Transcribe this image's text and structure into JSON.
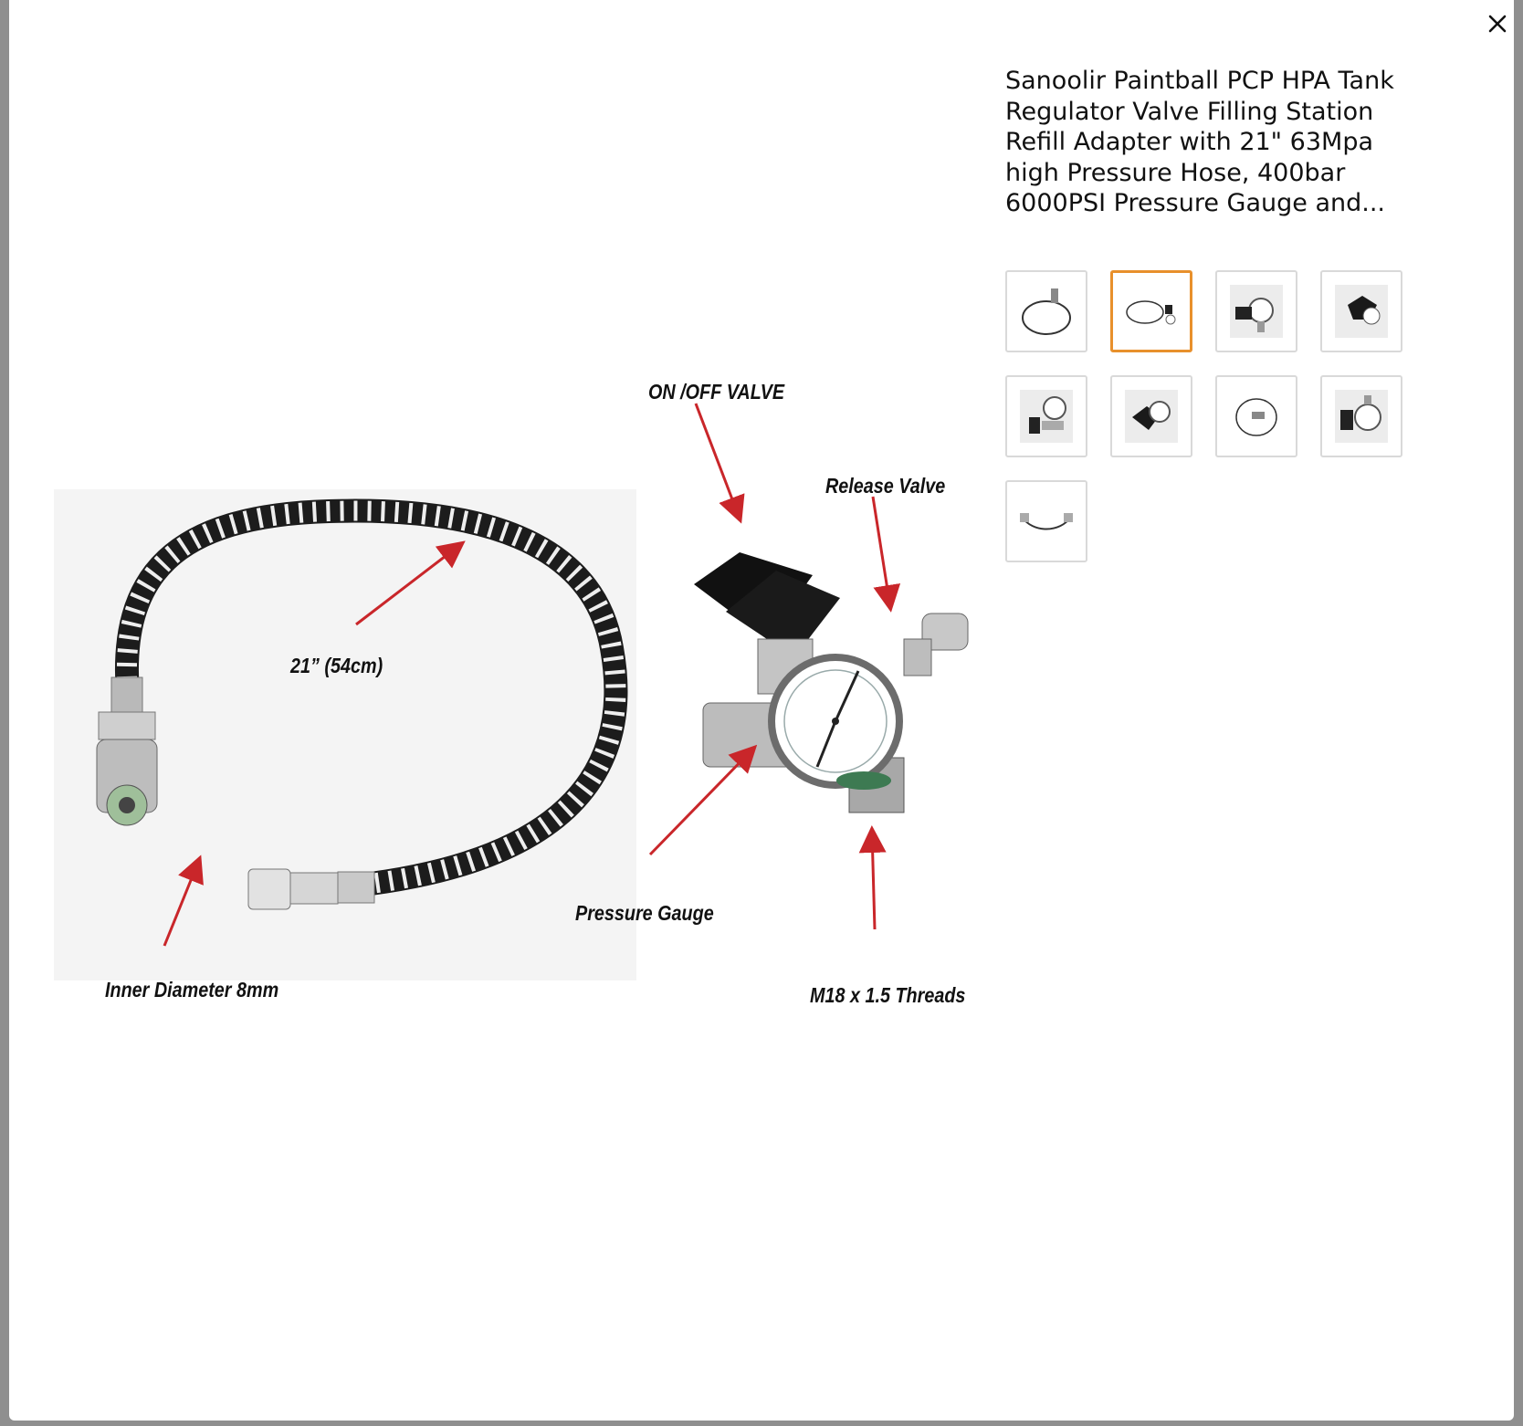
{
  "modal": {
    "close_icon": "close-icon",
    "product_title": "Sanoolir Paintball PCP HPA Tank Regulator Valve Filling Station Refill Adapter with 21\" 63Mpa high Pressure Hose, 400bar 6000PSI Pressure Gauge and...",
    "main_image": {
      "callouts": {
        "on_off_valve": "ON /OFF VALVE",
        "release_valve": "Release Valve",
        "hose_length": "21” (54cm)",
        "pressure_gauge": "Pressure Gauge",
        "inner_diameter": "Inner Diameter 8mm",
        "threads": "M18 x 1.5 Threads"
      }
    },
    "thumbnails": [
      {
        "icon": "hose-loop-thumbnail",
        "selected": false
      },
      {
        "icon": "hose-diagram-thumbnail",
        "selected": true
      },
      {
        "icon": "gauge-valve-thumbnail",
        "selected": false
      },
      {
        "icon": "valve-knob-thumbnail",
        "selected": false
      },
      {
        "icon": "gauge-side-thumbnail",
        "selected": false
      },
      {
        "icon": "valve-top-thumbnail",
        "selected": false
      },
      {
        "icon": "hose-coil-thumbnail",
        "selected": false
      },
      {
        "icon": "gauge-front-thumbnail",
        "selected": false
      },
      {
        "icon": "hose-straight-thumbnail",
        "selected": false
      }
    ],
    "accent_color": "#e8902c"
  }
}
